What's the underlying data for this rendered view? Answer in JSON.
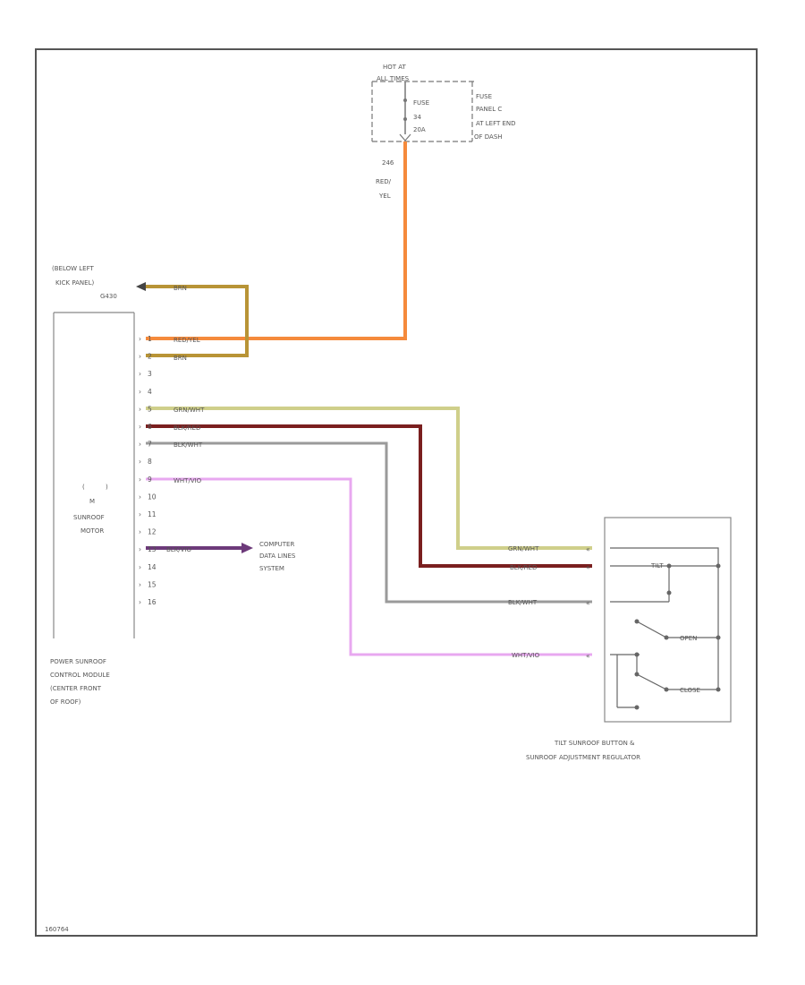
{
  "fuse": {
    "hot_at": [
      "HOT AT",
      "ALL TIMES"
    ],
    "inner": [
      "FUSE",
      "34",
      "20A"
    ],
    "panel": [
      "FUSE",
      "PANEL C",
      "AT LEFT END",
      "OF DASH"
    ]
  },
  "feed_wire": {
    "circuit": "246",
    "color": [
      "RED/",
      "YEL"
    ]
  },
  "ground": {
    "location": [
      "(BELOW LEFT",
      "KICK PANEL)",
      "G430"
    ],
    "wire_color": "BRN"
  },
  "module": {
    "name": [
      "POWER SUNROOF",
      "CONTROL MODULE",
      "(CENTER FRONT",
      "OF ROOF)"
    ],
    "motor": [
      "M",
      "SUNROOF",
      "MOTOR"
    ],
    "pins": [
      "1",
      "2",
      "3",
      "4",
      "5",
      "6",
      "7",
      "8",
      "9",
      "10",
      "11",
      "12",
      "13",
      "14",
      "15",
      "16"
    ]
  },
  "module_wires": {
    "pin1": "RED/YEL",
    "pin2": "BRN",
    "pin5": "GRN/WHT",
    "pin6": "BLK/RED",
    "pin7": "BLK/WHT",
    "pin9": "WHT/VIO",
    "pin13": "BLK/VIO"
  },
  "data_lines": [
    "COMPUTER",
    "DATA LINES",
    "SYSTEM"
  ],
  "switch": {
    "name": [
      "TILT SUNROOF BUTTON &",
      "SUNROOF ADJUSTMENT REGULATOR"
    ],
    "wires": [
      "GRN/WHT",
      "BLK/RED",
      "BLK/WHT",
      "WHT/VIO"
    ],
    "contacts": [
      "TILT",
      "OPEN",
      "CLOSE"
    ]
  },
  "figure_id": "160764",
  "colors": {
    "red_yel": "#f58a3c",
    "brn": "#b89436",
    "grn_wht": "#cfcf8a",
    "blk_red": "#7a1f1f",
    "blk_wht": "#9a9a9a",
    "wht_vio": "#e8a8f0",
    "blk_vio": "#6d3a7a"
  }
}
